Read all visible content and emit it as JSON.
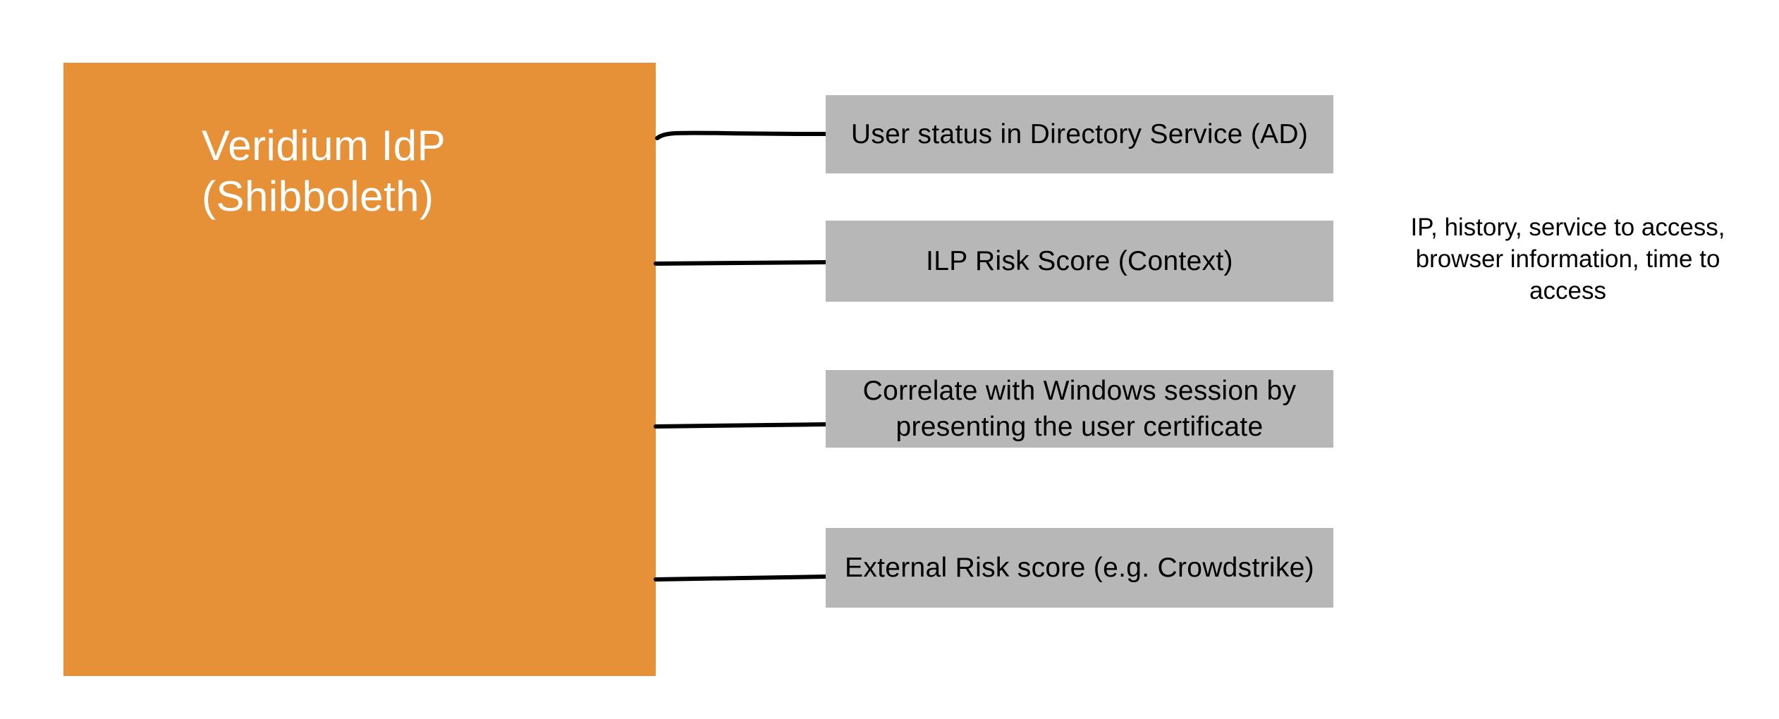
{
  "page": {
    "background_color": "#ffffff"
  },
  "main_node": {
    "label": "Veridium IdP\n(Shibboleth)",
    "fill_color": "#E69138",
    "text_color": "#ffffff"
  },
  "factors": [
    {
      "label": "User status in Directory Service (AD)"
    },
    {
      "label": "ILP Risk Score (Context)"
    },
    {
      "label": "Correlate with Windows session by presenting the user certificate"
    },
    {
      "label": "External Risk score (e.g. Crowdstrike)"
    }
  ],
  "factor_style": {
    "fill_color": "#B7B7B7",
    "text_color": "#000000"
  },
  "annotation": {
    "text": "IP, history, service to access, browser information, time to access"
  },
  "connectors": {
    "color": "#000000",
    "count": 4
  }
}
